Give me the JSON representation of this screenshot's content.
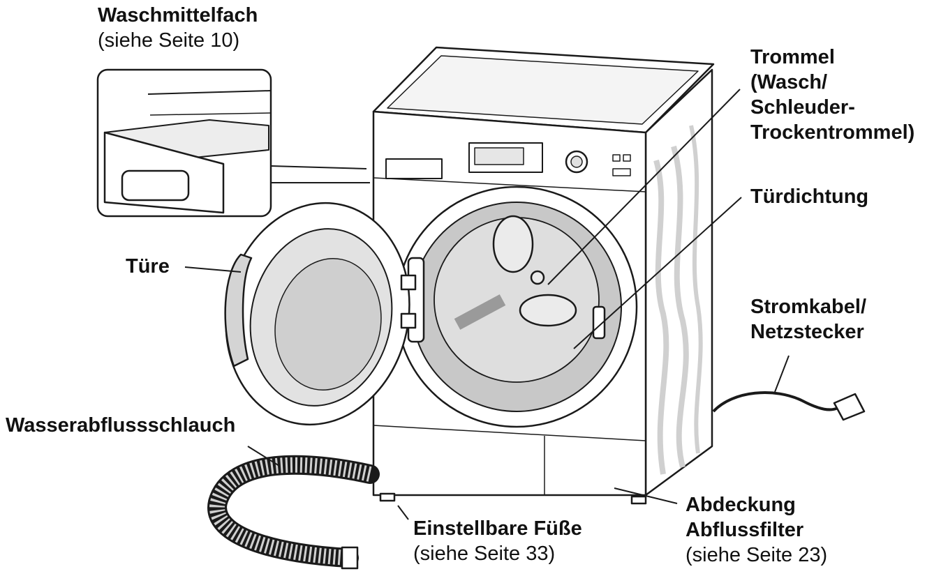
{
  "labels": {
    "detergent": {
      "title": "Waschmittelfach",
      "ref": "(siehe Seite 10)"
    },
    "drum": {
      "line1": "Trommel",
      "line2": "(Wasch/",
      "line3": "Schleuder-",
      "line4": "Trockentrommel)"
    },
    "door_seal": "Türdichtung",
    "door": "Türe",
    "power": {
      "line1": "Stromkabel/",
      "line2": "Netzstecker"
    },
    "drain_hose": "Wasserabflussschlauch",
    "feet": {
      "title": "Einstellbare Füße",
      "ref": "(siehe Seite 33)"
    },
    "filter": {
      "line1": "Abdeckung",
      "line2": "Abflussfilter",
      "ref": "(siehe Seite 23)"
    }
  },
  "colors": {
    "outline": "#1a1a1a",
    "light_gray": "#d8d8d8",
    "mid_gray": "#b8b8b8",
    "background": "#ffffff"
  }
}
